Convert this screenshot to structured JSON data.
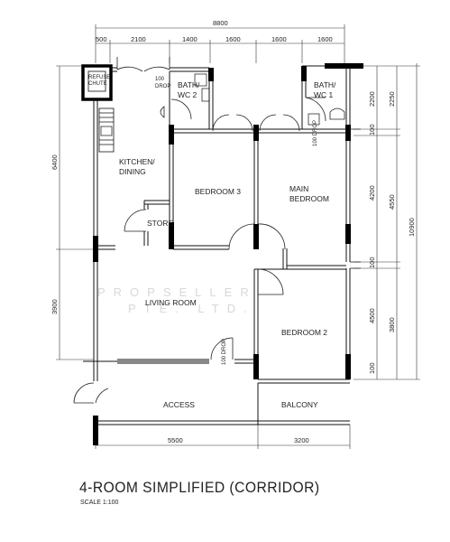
{
  "rooms": {
    "refuse_chute": [
      "REFUSE",
      "CHUTE"
    ],
    "bath2": [
      "BATH/",
      "WC 2"
    ],
    "bath1": [
      "BATH/",
      "WC 1"
    ],
    "kitchen": [
      "KITCHEN/",
      "DINING"
    ],
    "bedroom3": "BEDROOM 3",
    "main_bedroom": [
      "MAIN",
      "BEDROOM"
    ],
    "store": "STORE",
    "living_room": "LIVING ROOM",
    "bedroom2": "BEDROOM 2",
    "access": "ACCESS",
    "balcony": "BALCONY"
  },
  "drops": {
    "top_left": [
      "100",
      "DROP"
    ],
    "bath1": "100 DROP",
    "living": "100 DROP"
  },
  "dimensions": {
    "top_total": "8800",
    "top_segments": [
      "500",
      "2100",
      "1400",
      "1600",
      "1600",
      "1600"
    ],
    "left": [
      "6400",
      "3900"
    ],
    "bottom": [
      "5500",
      "3200"
    ],
    "right_inner": [
      "2200",
      "100",
      "4200",
      "100",
      "4500",
      "100"
    ],
    "right_middle": [
      "2250",
      "4550",
      "3800"
    ],
    "right_total": "10900"
  },
  "watermark": [
    "PROPSELLER",
    "PTE. LTD."
  ],
  "title": "4-ROOM SIMPLIFIED (CORRIDOR)",
  "scale": "SCALE  1:100"
}
